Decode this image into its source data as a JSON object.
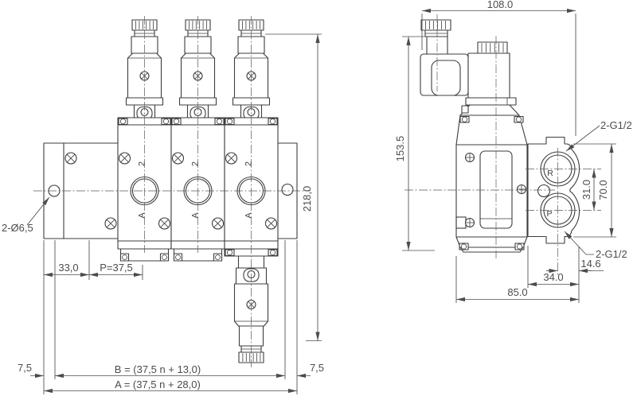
{
  "drawing": {
    "labels": {
      "dim_width_108": "108.0",
      "dim_height_153_5": "153.5",
      "dim_height_218": "218,0",
      "dim_port_spacing_31": "31.0",
      "dim_port_span_70": "70.0",
      "dim_offset_14_6": "14.6",
      "dim_offset_34": "34.0",
      "dim_depth_85": "85.0",
      "dim_offset_33": "33,0",
      "dim_pitch": "P=37,5",
      "dim_margin_left": "7,5",
      "dim_margin_right": "7,5",
      "formula_b": "B = (37,5 n + 13,0)",
      "formula_a": "A = (37,5 n + 28,0)",
      "note_mounting_holes": "2-Ø6,5",
      "note_thread_top": "2-G1/2",
      "note_thread_bottom": "2-G1/2",
      "port_label_2": "2",
      "port_label_a": "A",
      "port_label_r": "R",
      "port_label_p": "P"
    },
    "colors": {
      "line": "#3d3d3d",
      "dimension": "#4c4c4c",
      "background": "#ffffff"
    }
  }
}
